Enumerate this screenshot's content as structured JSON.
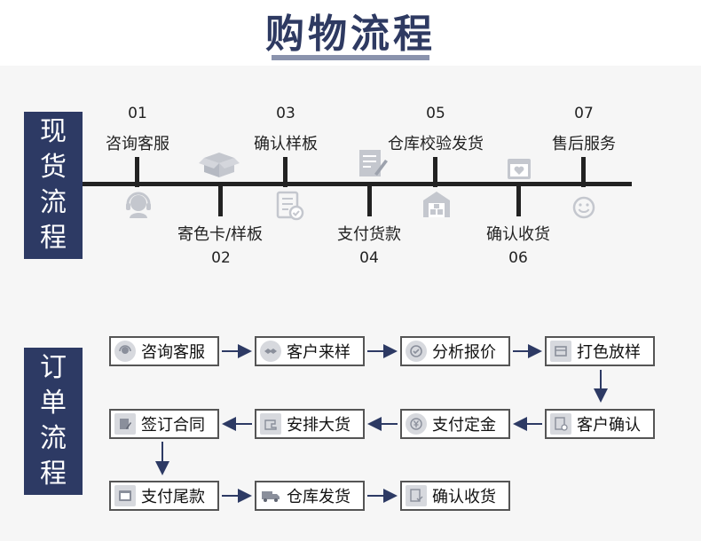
{
  "title": "购物流程",
  "sections": {
    "current": "现货流程",
    "order": "订单流程"
  },
  "timeline": [
    {
      "num": "01",
      "label": "咨询客服",
      "icon": "headset-icon"
    },
    {
      "num": "02",
      "label": "寄色卡/样板",
      "icon": "box-icon"
    },
    {
      "num": "03",
      "label": "确认样板",
      "icon": "document-check-icon"
    },
    {
      "num": "04",
      "label": "支付货款",
      "icon": "form-pen-icon"
    },
    {
      "num": "05",
      "label": "仓库校验发货",
      "icon": "warehouse-icon"
    },
    {
      "num": "06",
      "label": "确认收货",
      "icon": "calendar-heart-icon"
    },
    {
      "num": "07",
      "label": "售后服务",
      "icon": "smiley-icon"
    }
  ],
  "order_flow": [
    {
      "label": "咨询客服",
      "icon": "headset-icon"
    },
    {
      "label": "客户来样",
      "icon": "handshake-icon"
    },
    {
      "label": "分析报价",
      "icon": "check-circle-icon"
    },
    {
      "label": "打色放样",
      "icon": "box-icon"
    },
    {
      "label": "客户确认",
      "icon": "document-check-icon"
    },
    {
      "label": "支付定金",
      "icon": "yen-icon"
    },
    {
      "label": "安排大货",
      "icon": "sewing-machine-icon"
    },
    {
      "label": "签订合同",
      "icon": "contract-icon"
    },
    {
      "label": "支付尾款",
      "icon": "calendar-heart-icon"
    },
    {
      "label": "仓库发货",
      "icon": "truck-icon"
    },
    {
      "label": "确认收货",
      "icon": "document-check-icon"
    }
  ],
  "colors": {
    "navy": "#2d3a64",
    "icon_gray": "#c4c7ce",
    "arrow": "#2d3a64"
  }
}
